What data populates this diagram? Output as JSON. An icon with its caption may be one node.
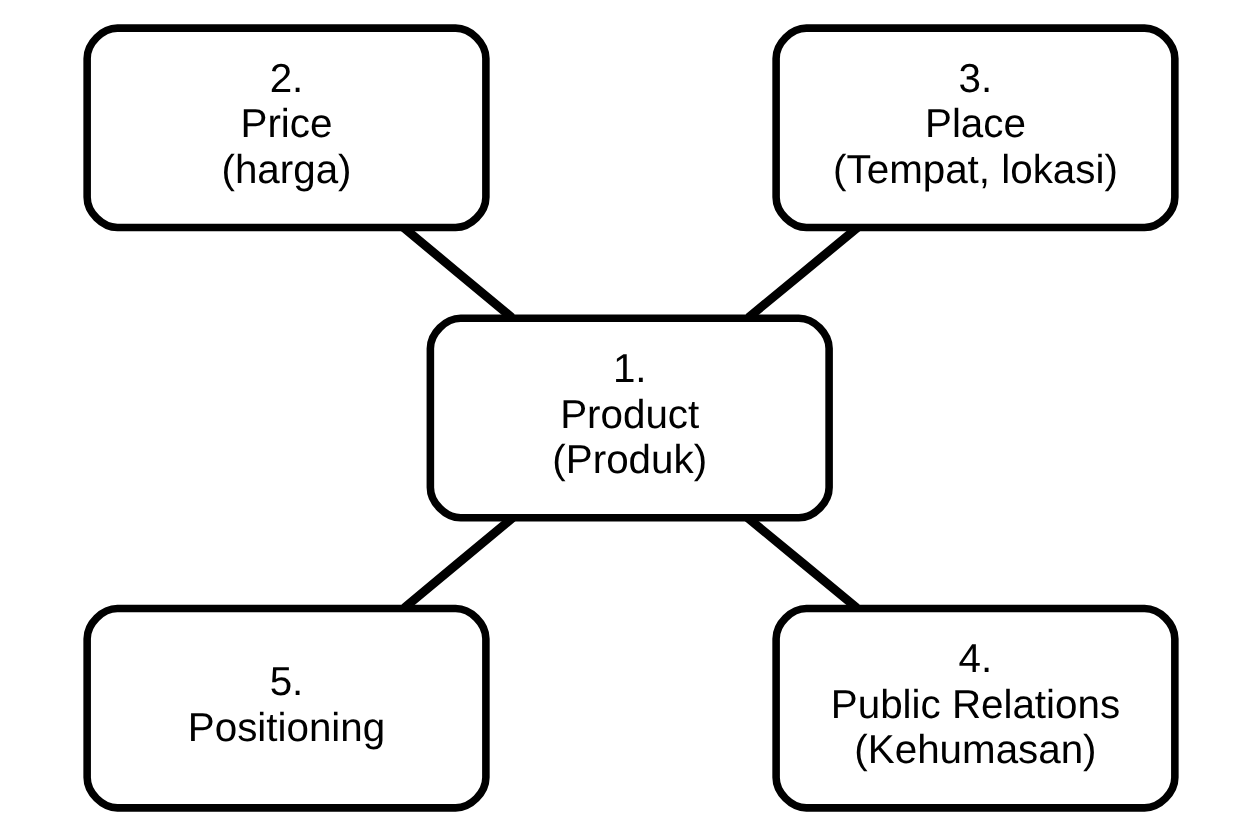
{
  "diagram": {
    "nodes": [
      {
        "text": [
          "2.",
          "Price",
          "(harga)"
        ]
      },
      {
        "text": [
          "3.",
          "Place",
          "(Tempat, lokasi)"
        ]
      },
      {
        "text": [
          "1.",
          "Product",
          "(Produk)"
        ]
      },
      {
        "text": [
          "5.",
          "Positioning"
        ]
      },
      {
        "text": [
          "4.",
          "Public Relations",
          "(Kehumasan)"
        ]
      }
    ],
    "edges": [
      {
        "from": 0,
        "to": 2,
        "arrow": "none"
      },
      {
        "from": 1,
        "to": 2,
        "arrow": "none"
      },
      {
        "from": 2,
        "to": 3,
        "arrow": "none"
      },
      {
        "from": 2,
        "to": 4,
        "arrow": "none"
      }
    ]
  }
}
